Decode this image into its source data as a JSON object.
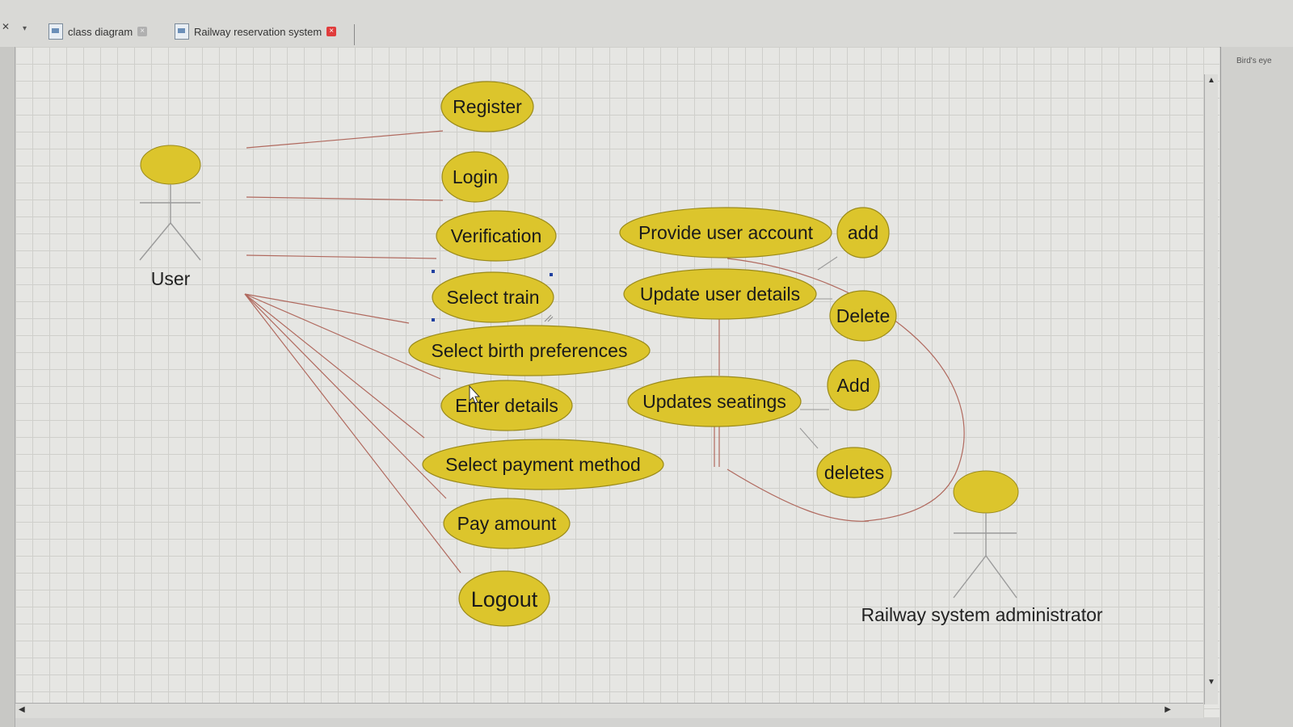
{
  "tabs": [
    {
      "label": "class diagram"
    },
    {
      "label": "Railway reservation system"
    }
  ],
  "panel": {
    "birds_eye_label": "Bird's eye"
  },
  "actors": {
    "user": "User",
    "admin": "Railway system administrator"
  },
  "use_cases": {
    "register": "Register",
    "login": "Login",
    "verification": "Verification",
    "select_train": "Select train",
    "select_birth_preferences": "Select birth preferences",
    "enter_details": "Enter details",
    "select_payment_method": "Select payment method",
    "pay_amount": "Pay amount",
    "logout": "Logout",
    "provide_user_account": "Provide user account",
    "update_user_details": "Update user details",
    "updates_seatings": "Updates seatings",
    "add_lower": "add",
    "delete": "Delete",
    "add_upper": "Add",
    "deletes": "deletes"
  },
  "colors": {
    "use_case_fill": "#dcc52c",
    "connector": "#b0695e",
    "canvas_grid": "#cfcfcb"
  }
}
